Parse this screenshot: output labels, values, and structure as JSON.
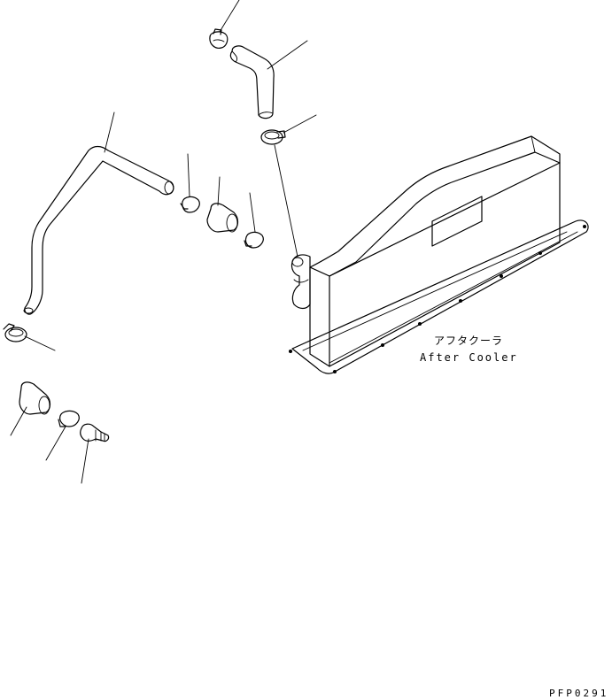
{
  "labels": {
    "part_name_jp": "アフタクーラ",
    "part_name_en": "After Cooler",
    "drawing_code": "PFP0291"
  }
}
